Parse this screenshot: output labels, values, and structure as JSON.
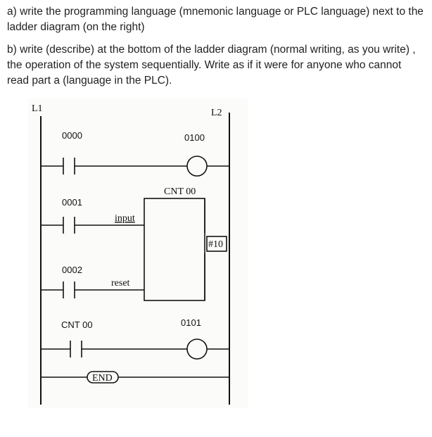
{
  "questions": {
    "a": "a) write the programming language (mnemonic language or PLC language) next to the ladder diagram (on the right)",
    "b": "b) write (describe) at the bottom of the ladder diagram (normal writing, as you write) , the operation of the system sequentially. Write as if it were for anyone who cannot read part a (language in the PLC)."
  },
  "diagram": {
    "left_rail": "L1",
    "right_rail": "L2",
    "rung1": {
      "contact": "0000",
      "coil": "0100"
    },
    "counter": {
      "name": "CNT 00",
      "preset": "#10",
      "input_label": "input",
      "reset_label": "reset",
      "input_contact": "0001",
      "reset_contact": "0002"
    },
    "rung3": {
      "contact": "CNT 00",
      "coil": "0101"
    },
    "end_label": "END"
  },
  "colors": {
    "line": "#111111",
    "text": "#222222"
  }
}
